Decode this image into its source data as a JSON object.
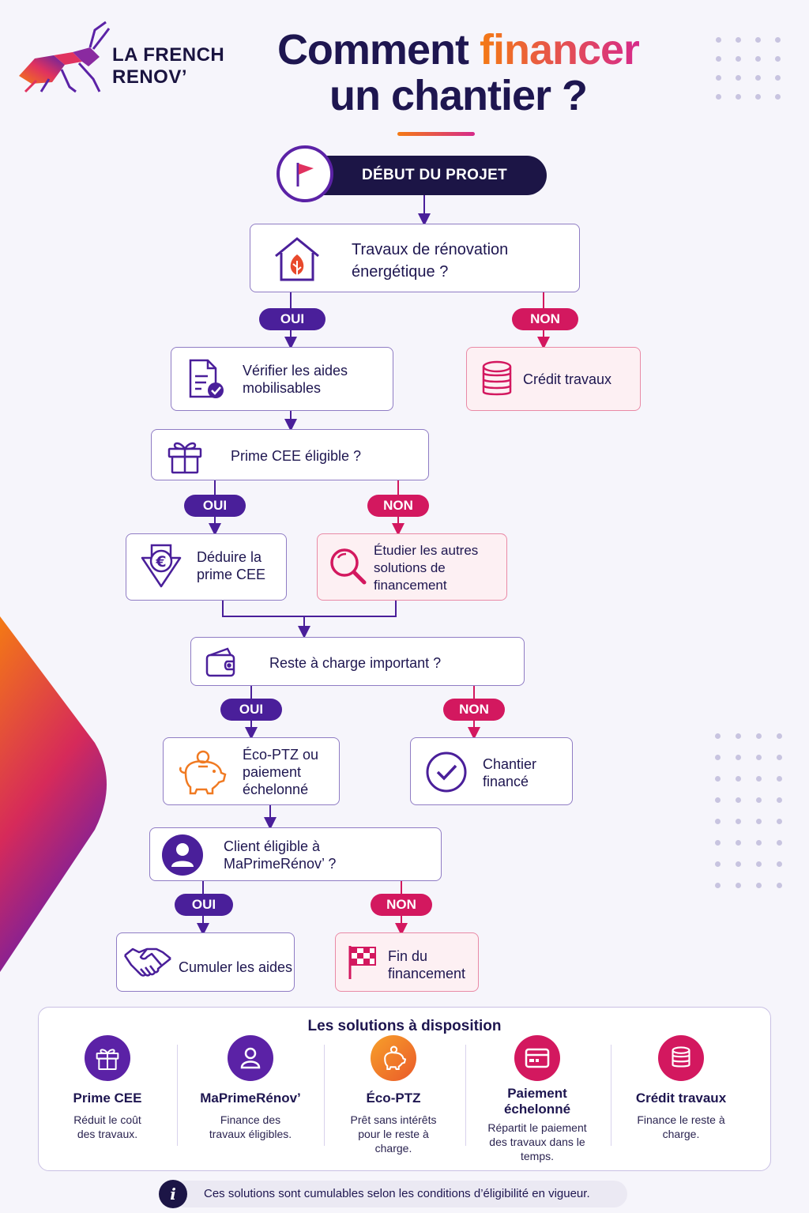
{
  "brand": {
    "name_line1": "LA FRENCH",
    "name_line2": "RENOV’"
  },
  "title": {
    "part1": "Comment",
    "accent": "financer",
    "line2": "un chantier ?"
  },
  "start": {
    "label": "DÉBUT DU PROJET"
  },
  "badges": {
    "oui": "OUI",
    "non": "NON"
  },
  "nodes": {
    "q_renovation": "Travaux de rénovation énergétique ?",
    "credit_travaux": "Crédit travaux",
    "verifier_aides": "Vérifier les aides mobilisables",
    "q_prime_cee": "Prime CEE éligible ?",
    "deduire_prime": "Déduire la prime CEE",
    "etudier_solutions": "Étudier les autres solutions de financement",
    "q_reste_charge": "Reste à charge important ?",
    "eco_ptz": "Éco-PTZ ou paiement échelonné",
    "chantier_finance": "Chantier financé",
    "q_mpr": "Client éligible à MaPrimeRénov’ ?",
    "cumuler_aides": "Cumuler les aides",
    "fin_financement": "Fin du financement"
  },
  "solutions": {
    "title": "Les solutions à disposition",
    "items": [
      {
        "name": "Prime CEE",
        "desc": "Réduit le coût des travaux.",
        "icon": "gift-icon",
        "color": "#5b22a6"
      },
      {
        "name": "MaPrimeRénov’",
        "desc": "Finance des travaux éligibles.",
        "icon": "user-icon",
        "color": "#5b22a6"
      },
      {
        "name": "Éco-PTZ",
        "desc": "Prêt sans intérêts pour le reste à charge.",
        "icon": "piggy-bank-icon",
        "color": "#f07a22"
      },
      {
        "name": "Paiement échelonné",
        "desc": "Répartit le paiement des travaux dans le temps.",
        "icon": "card-icon",
        "color": "#d3185f"
      },
      {
        "name": "Crédit travaux",
        "desc": "Finance le reste à charge.",
        "icon": "coins-icon",
        "color": "#d3185f"
      }
    ]
  },
  "note": {
    "text": "Ces solutions sont cumulables selon les conditions d’éligibilité en vigueur.",
    "icon": "info-icon"
  },
  "colors": {
    "navy": "#1c1546",
    "purple": "#4a1f9a",
    "pink": "#d3185f",
    "orange": "#f47a14"
  }
}
